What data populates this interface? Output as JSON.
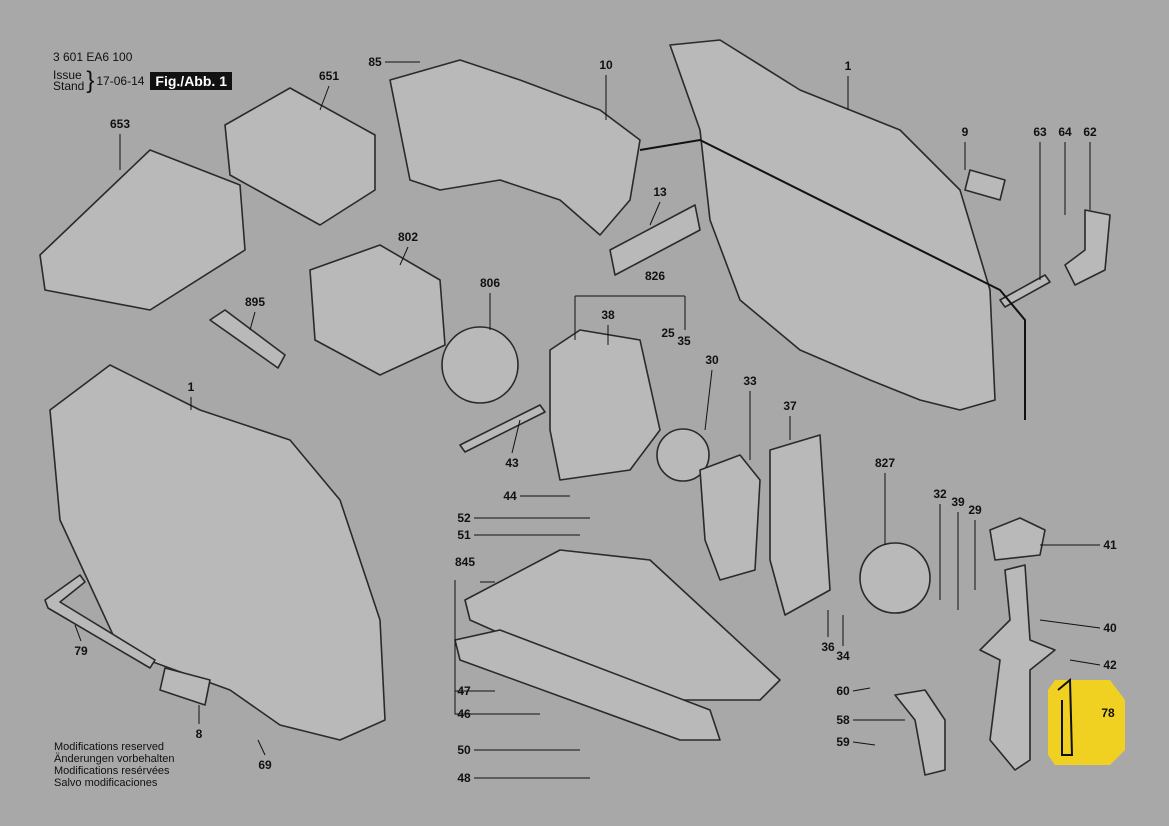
{
  "header": {
    "part_number": "3 601 EA6 100",
    "issue_label": "Issue",
    "stand_label": "Stand",
    "date": "17-06-14",
    "figure": "Fig./Abb. 1"
  },
  "notes": [
    "Modifications reserved",
    "Änderungen vorbehalten",
    "Modifications resérvées",
    "Salvo modificaciones"
  ],
  "highlight_color": "#f0d020",
  "labels": [
    "85",
    "10",
    "651",
    "1",
    "653",
    "9",
    "63",
    "64",
    "62",
    "13",
    "802",
    "826",
    "895",
    "806",
    "38",
    "25",
    "35",
    "30",
    "33",
    "37",
    "1",
    "43",
    "827",
    "44",
    "32",
    "39",
    "29",
    "52",
    "51",
    "41",
    "845",
    "40",
    "79",
    "36",
    "34",
    "42",
    "47",
    "60",
    "78",
    "46",
    "58",
    "8",
    "59",
    "50",
    "69",
    "48"
  ]
}
